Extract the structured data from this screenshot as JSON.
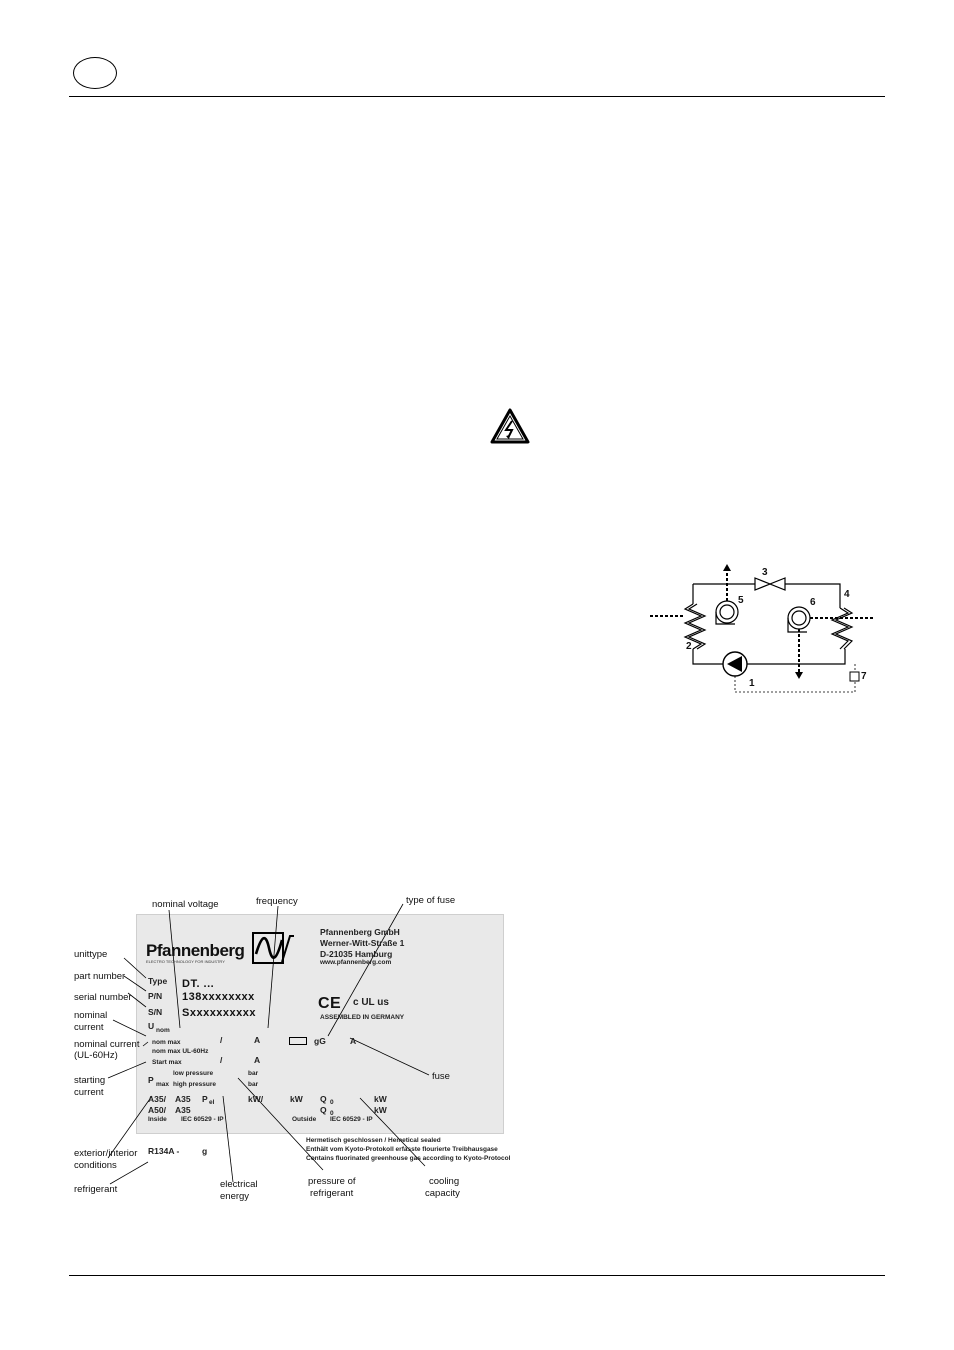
{
  "page": {
    "lang_badge": "",
    "warning_icon": "electric-shock-warning-icon"
  },
  "diagram": {
    "labels": [
      "1",
      "2",
      "3",
      "4",
      "5",
      "6",
      "7"
    ]
  },
  "plate": {
    "brand": "Pfannenberg",
    "brand_sub": "ELECTRO TECHNOLOGY FOR INDUSTRY",
    "company": [
      "Pfannenberg GmbH",
      "Werner-Witt-Straße 1",
      "D-21035 Hamburg",
      "www.pfannenberg.com"
    ],
    "type_label": "Type",
    "type_value": "DT. ...",
    "pn_label": "P/N",
    "pn_value": "138xxxxxxxx",
    "sn_label": "S/N",
    "sn_value": "Sxxxxxxxxxx",
    "unom": "U",
    "unom_sub": "nom",
    "inom_max": "nom max",
    "inom_ul": "nom max UL-60Hz",
    "istart": "Start max",
    "slash": "/",
    "a": "A",
    "fuse_gg": "gG",
    "pmax": "P",
    "pmax_sub": "max",
    "low_pressure": "low pressure",
    "high_pressure": "high pressure",
    "bar": "bar",
    "a35_1": "A35/",
    "a35_2": "A35",
    "pel": "P",
    "pel_sub": "el",
    "kw_slash": "kW/",
    "kw": "kW",
    "q": "Q",
    "q_sub": "0",
    "a50": "A50/",
    "inside": "Inside",
    "iec_in": "IEC 60529 - IP",
    "outside": "Outside",
    "iec_out": "IEC 60529 - IP",
    "ce": "CE",
    "ul": "c UL us",
    "assembled": "ASSEMBLED IN GERMANY",
    "sealed": "Hermetisch geschlossen / Hemetical sealed",
    "kyoto_de": "Enthält vom Kyoto-Protokoll erfasste flourierte Treibhausgase",
    "kyoto_en": "Contains fluorinated greenhouse gas according to Kyoto-Protocol",
    "r134a": "R134A -",
    "g": "g"
  },
  "callouts": {
    "nominal_voltage": "nominal voltage",
    "frequency": "frequency",
    "type_of_fuse": "type of fuse",
    "unittype": "unittype",
    "part_number": "part number",
    "serial_number": "serial number",
    "nominal_current_1": "nominal",
    "nominal_current_2": "current",
    "nominal_current_ul_1": "nominal current",
    "nominal_current_ul_2": "(UL-60Hz)",
    "starting_current_1": "starting",
    "starting_current_2": "current",
    "exterior_1": "exterior/interior",
    "exterior_2": "conditions",
    "refrigerant": "refrigerant",
    "electrical_energy_1": "electrical",
    "electrical_energy_2": "energy",
    "pressure_1": "pressure of",
    "pressure_2": "refrigerant",
    "cooling_1": "cooling",
    "cooling_2": "capacity",
    "fuse": "fuse"
  }
}
